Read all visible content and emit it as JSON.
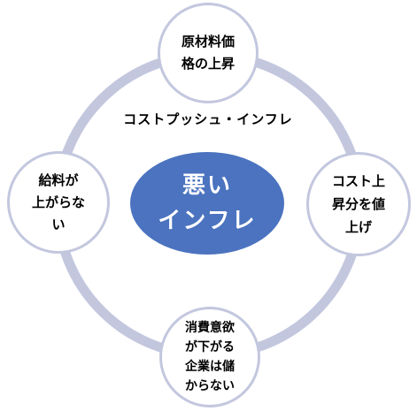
{
  "colors": {
    "ring": "#c3c7de",
    "center_fill": "#4b73bf",
    "center_text": "#ffffff",
    "node_fill": "#ffffff",
    "node_border": "#c3c7de"
  },
  "cycle_label": "コストプッシュ・インフレ",
  "center": {
    "line1": "悪い",
    "line2": "インフレ"
  },
  "nodes": {
    "top": {
      "lines": [
        "原材料価",
        "格の上昇"
      ]
    },
    "right": {
      "lines": [
        "コスト上",
        "昇分を値",
        "上げ"
      ]
    },
    "bottom": {
      "lines": [
        "消費意欲",
        "が下がる",
        "企業は儲",
        "からない"
      ]
    },
    "left": {
      "lines": [
        "給料が",
        "上がらな",
        "い"
      ]
    }
  }
}
